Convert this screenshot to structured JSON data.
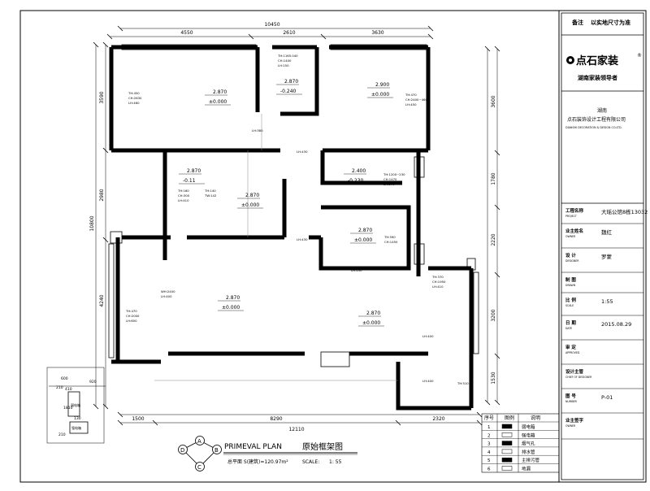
{
  "title_block": {
    "note_label": "备注",
    "note_text": "以实地尺寸为准",
    "company_cn": "点石家装",
    "registered_mark": "®",
    "slogan": "湖南家装领导者",
    "company_region": "湖南",
    "company_full": "点石装饰设计工程有限公司",
    "company_en": "DIANSHI DECORATION & DESIGN CO.LTD.",
    "rows": [
      {
        "label": "工程名称",
        "label_en": "PROJECT",
        "value": "大瑶公馆8栋13032"
      },
      {
        "label": "业主姓名",
        "label_en": "OWNER",
        "value": "魏红"
      },
      {
        "label": "设    计",
        "label_en": "DESIGNER",
        "value": "罗蒙"
      },
      {
        "label": "制    图",
        "label_en": "DRAWN",
        "value": ""
      },
      {
        "label": "比    例",
        "label_en": "SCALE",
        "value": "1:55"
      },
      {
        "label": "日    期",
        "label_en": "DATE",
        "value": "2015.08.29"
      },
      {
        "label": "审    定",
        "label_en": "APPROVED",
        "value": ""
      },
      {
        "label": "设计主管",
        "label_en": "CHIEF OF DESIGNER",
        "value": ""
      },
      {
        "label": "图    号",
        "label_en": "NUMBER",
        "value": "P-01"
      },
      {
        "label": "业主签字",
        "label_en": "OWNER",
        "value": ""
      }
    ]
  },
  "plan": {
    "title_en": "PRIMEVAL PLAN",
    "title_cn": "原始框架图",
    "area_text": "总平面  S(建筑)=120.97m²",
    "scale_label": "SCALE:",
    "scale_value": "1: 55",
    "compass": [
      "A",
      "B",
      "C",
      "D"
    ],
    "dims_top": [
      "10450",
      "4550",
      "2610",
      "3630"
    ],
    "dims_bottom": [
      "1500",
      "8290",
      "2320",
      "12110"
    ],
    "dims_left": [
      "3590",
      "2980",
      "10800",
      "4240"
    ],
    "dims_right": [
      "3600",
      "1780",
      "2220",
      "3200",
      "1530"
    ],
    "inset_dims": [
      "920",
      "600",
      "410",
      "210",
      "1810",
      "130",
      "210"
    ],
    "inset_labels": [
      "弱电箱",
      "强电箱"
    ],
    "rooms": [
      {
        "h": "2.870",
        "f": "±0.000"
      },
      {
        "h": "2.870",
        "f": "-0.240"
      },
      {
        "h": "2.900",
        "f": "±0.000"
      },
      {
        "h": "2.870",
        "f": "-0.11"
      },
      {
        "h": "2.870",
        "f": "±0.000"
      },
      {
        "h": "2.400",
        "f": "-0.230"
      },
      {
        "h": "2.870",
        "f": "±0.000"
      },
      {
        "h": "2.870",
        "f": "±0.000"
      },
      {
        "h": "2.870",
        "f": "±0.000"
      }
    ],
    "notes": [
      "TH:450",
      "CH:2630",
      "LH:460",
      "TH:1165.040",
      "CH:1400",
      "LH:150",
      "TH:470",
      "CH:2400~460",
      "LH:450",
      "LH:380",
      "LH:430",
      "TH:160",
      "CH:300",
      "LH:410",
      "TH:140",
      "TW:142",
      "TH:1200~230",
      "CH:1470",
      "LH:170",
      "TH:590",
      "CH:1450",
      "LH:430",
      "LH:430",
      "TH:370",
      "CH:1950",
      "LH:410",
      "WH:2400",
      "LH:400",
      "TH:470",
      "CH:2000",
      "LH:600",
      "LH:400",
      "LH:400",
      "TH:510"
    ]
  },
  "legend": {
    "headers": [
      "序号",
      "图例",
      "说明"
    ],
    "rows": [
      {
        "no": "1",
        "desc": "弱电箱"
      },
      {
        "no": "2",
        "desc": "强电箱"
      },
      {
        "no": "3",
        "desc": "烟气孔"
      },
      {
        "no": "4",
        "desc": "排水管"
      },
      {
        "no": "5",
        "desc": "主排污管"
      },
      {
        "no": "6",
        "desc": "地漏"
      }
    ]
  }
}
